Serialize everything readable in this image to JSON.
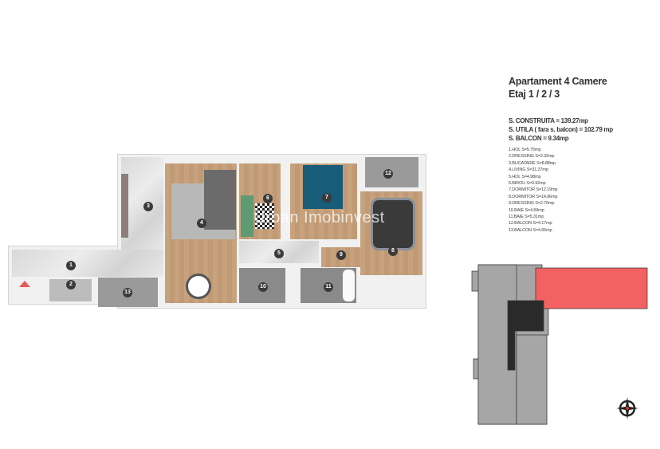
{
  "header": {
    "title": "Apartament 4 Camere",
    "floor": "Etaj 1 / 2 / 3"
  },
  "summary": [
    "S. CONSTRUITA = 139.27mp",
    "S. UTILA ( fara s. balcon) = 102.79 mp",
    "S. BALCON = 9.34mp"
  ],
  "rooms": [
    "1.HOL  S=5.75mp",
    "2.DRESSING  S=2.32mp",
    "3.BUCATARIE  S=8.88mp",
    "4.LIVING  S=31.37mp",
    "5.HOL  S=4.98mp",
    "6.BIROU  S=9.92mp",
    "7.DORMITOR  S=12.19mp",
    "8.DORMITOR  S=14.96mp",
    "9.DRESSING  S=2.70mp",
    "10.BAIE  S=4.69mp",
    "11.BAIE  S=5.31mp",
    "12.BALCON  S=4.17mp",
    "13.BALCON  S=4.65mp"
  ],
  "plan": {
    "numbers": [
      "1",
      "2",
      "3",
      "4",
      "5",
      "6",
      "7",
      "8",
      "9",
      "10",
      "11",
      "12",
      "13"
    ],
    "watermark": "Urban Imobinvest"
  },
  "key_plan": {
    "colors": {
      "building": "#a6a6a6",
      "apartment": "#f26262",
      "core": "#2a2a2a",
      "entrance": "#e85a5a"
    }
  },
  "compass": {
    "icon": "compass-rose-icon"
  }
}
